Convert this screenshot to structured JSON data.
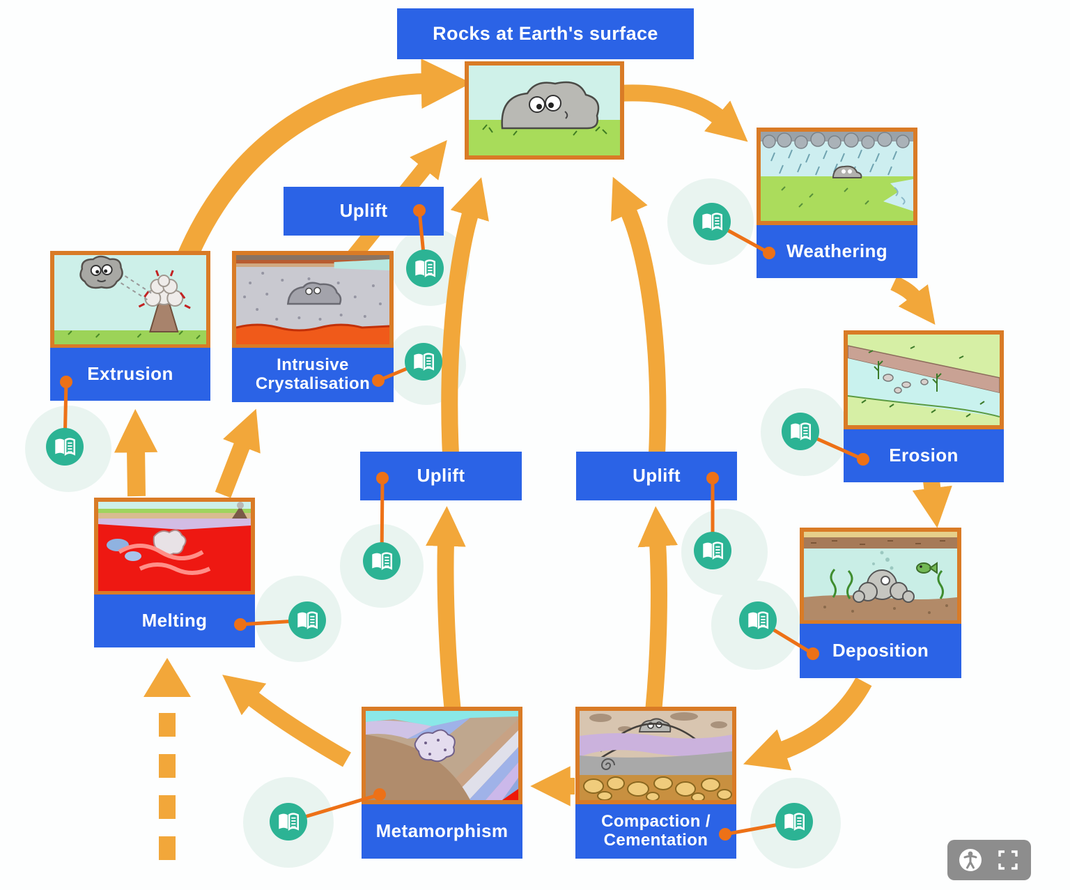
{
  "diagram": {
    "type": "rock-cycle-flow-diagram",
    "nodes": {
      "rocks_surface": {
        "label": "Rocks at Earth's surface"
      },
      "weathering": {
        "label": "Weathering"
      },
      "erosion": {
        "label": "Erosion"
      },
      "deposition": {
        "label": "Deposition"
      },
      "compaction": {
        "label_line1": "Compaction /",
        "label_line2": "Cementation"
      },
      "metamorphism": {
        "label": "Metamorphism"
      },
      "melting": {
        "label": "Melting"
      },
      "extrusion": {
        "label": "Extrusion"
      },
      "intrusive": {
        "label_line1": "Intrusive",
        "label_line2": "Crystalisation"
      },
      "uplift": {
        "label": "Uplift"
      }
    },
    "edges": [
      {
        "from": "rocks_surface",
        "to": "weathering"
      },
      {
        "from": "weathering",
        "to": "erosion"
      },
      {
        "from": "erosion",
        "to": "deposition"
      },
      {
        "from": "deposition",
        "to": "compaction_cementation"
      },
      {
        "from": "compaction_cementation",
        "to": "metamorphism"
      },
      {
        "from": "metamorphism",
        "to": "melting"
      },
      {
        "from": "melting",
        "to": "extrusion"
      },
      {
        "from": "melting",
        "to": "intrusive_crystalisation"
      },
      {
        "from": "extrusion",
        "to": "rocks_surface"
      },
      {
        "from": "intrusive_crystalisation",
        "to": "rocks_surface"
      },
      {
        "from": "metamorphism",
        "to": "rocks_surface",
        "via": "uplift"
      },
      {
        "from": "compaction_cementation",
        "to": "rocks_surface",
        "via": "uplift"
      },
      {
        "style": "dashed",
        "to": "melting"
      }
    ],
    "hotspot_icon": "open-book-icon",
    "hotspot_count": 11
  },
  "colors": {
    "node_blue": "#2b63e6",
    "image_border_orange": "#d97b26",
    "arrow_gold": "#f2a73a",
    "connector_orange": "#ed7117",
    "hotspot_teal": "#2cb394",
    "halo_mint": "#e9f4f0",
    "controls_gray": "#8d8d8d"
  },
  "controls": {
    "accessibility_icon": "accessibility-person-icon",
    "fullscreen_icon": "fullscreen-brackets-icon"
  }
}
